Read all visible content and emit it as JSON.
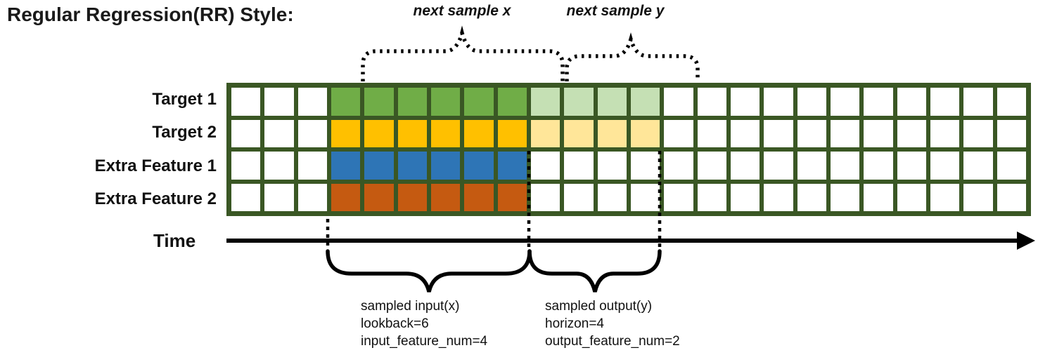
{
  "title": "Regular Regression(RR) Style:",
  "annotations": {
    "next_sample_x": "next sample x",
    "next_sample_y": "next sample y"
  },
  "grid": {
    "columns": 24,
    "lead_white_cols": 3,
    "input_cols": 6,
    "output_cols": 4,
    "border_color": "#3A5724",
    "empty_cell_color": "#ffffff",
    "rows": [
      {
        "label": "Target 1",
        "input_color": "#70AD47",
        "output_color": "#C5E0B4",
        "has_output": true
      },
      {
        "label": "Target 2",
        "input_color": "#FFC000",
        "output_color": "#FFE699",
        "has_output": true
      },
      {
        "label": "Extra Feature 1",
        "input_color": "#2E75B6",
        "output_color": null,
        "has_output": false
      },
      {
        "label": "Extra Feature 2",
        "input_color": "#C55A11",
        "output_color": null,
        "has_output": false
      }
    ]
  },
  "time_axis": {
    "label": "Time",
    "arrow_color": "#000000"
  },
  "input_annotation": {
    "line1": "sampled input(x)",
    "line2": "lookback=6",
    "line3": "input_feature_num=4"
  },
  "output_annotation": {
    "line1": "sampled output(y)",
    "line2": "horizon=4",
    "line3": "output_feature_num=2"
  },
  "colors": {
    "annotation_stroke": "#000000",
    "text": "#111111"
  }
}
